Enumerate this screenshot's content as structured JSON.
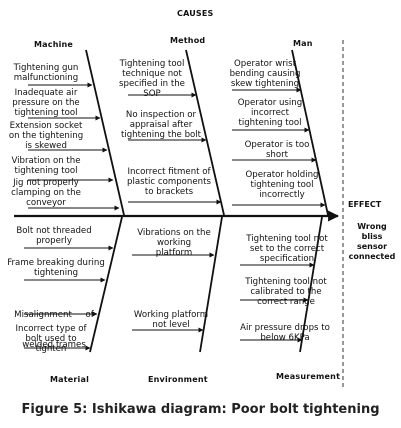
{
  "diagram": {
    "causes_title": "CAUSES",
    "effect_title": "EFFECT",
    "effect": [
      "Wrong",
      "bliss",
      "sensor",
      "connected"
    ],
    "caption": "Figure 5: Ishikawa diagram: Poor bolt tightening",
    "categories": {
      "machine": {
        "label": "Machine",
        "causes": [
          [
            "Tightening gun",
            "malfunctioning"
          ],
          [
            "Inadequate air",
            "pressure on the",
            "tightening tool"
          ],
          [
            "Extension socket",
            "on the tightening",
            "is skewed"
          ],
          [
            "Vibration on the",
            "tightening tool"
          ],
          [
            "Jig not properly",
            "clamping on the",
            "conveyor"
          ]
        ]
      },
      "method": {
        "label": "Method",
        "causes": [
          [
            "Tightening tool",
            "technique not",
            "specified in the",
            "SOP"
          ],
          [
            "No inspection or",
            "appraisal after",
            "tightening the bolt"
          ],
          [
            "Incorrect fitment of",
            "plastic components",
            "to brackets"
          ]
        ]
      },
      "man": {
        "label": "Man",
        "causes": [
          [
            "Operator wrist",
            "bending causing",
            "skew tightening"
          ],
          [
            "Operator using",
            "incorrect",
            "tightening tool"
          ],
          [
            "Operator is too",
            "short"
          ],
          [
            "Operator holding",
            "tightening tool",
            "incorrectly"
          ]
        ]
      },
      "material": {
        "label": "Material",
        "causes": [
          [
            "Bolt not threaded",
            "properly"
          ],
          [
            "Frame breaking during",
            "tightening"
          ],
          [
            "Misalignment     of",
            "welded frames"
          ],
          [
            "Incorrect type of",
            "bolt used to",
            "tighten"
          ]
        ]
      },
      "environment": {
        "label": "Environment",
        "causes": [
          [
            "Vibrations on the",
            "working",
            "platform"
          ],
          [
            "Working platform",
            "not level"
          ]
        ]
      },
      "measurement": {
        "label": "Measurement",
        "causes": [
          [
            "Tightening tool not",
            "set to the correct",
            "specification"
          ],
          [
            "Tightening tool not",
            "calibrated to the",
            "correct range"
          ],
          [
            "Air pressure drops to",
            "below 6KPa"
          ]
        ]
      }
    }
  }
}
